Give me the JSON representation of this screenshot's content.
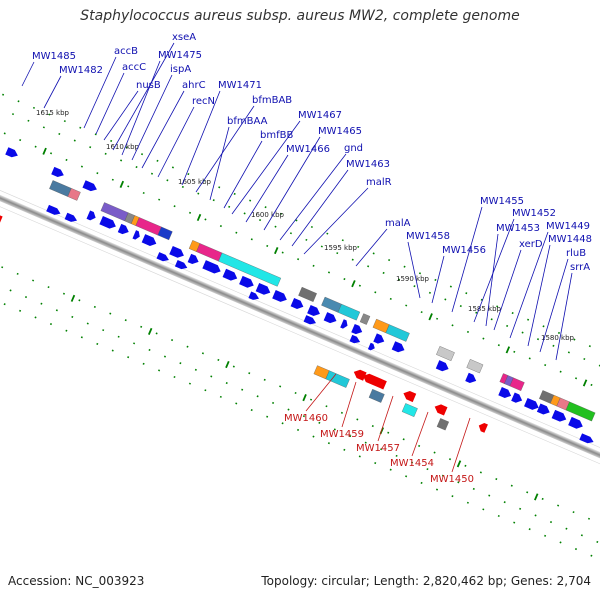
{
  "title": "Staphylococcus aureus subsp. aureus MW2, complete genome",
  "accession": "Accession: NC_003923",
  "summary": "Topology: circular; Length: 2,820,462 bp; Genes: 2,704",
  "colors": {
    "forward_label": "#1010b0",
    "reverse_label": "#c41616",
    "arrow_blue": "#0a0ae8",
    "arrow_red": "#ee0000",
    "tick_green": "#008000"
  },
  "kbp_markers": [
    "1615 kbp",
    "1610 kbp",
    "1605 kbp",
    "1600 kbp",
    "1595 kbp",
    "1590 kbp",
    "1585 kbp",
    "1580 kbp"
  ],
  "forward_labels": [
    "MW1485",
    "MW1482",
    "accB",
    "accC",
    "nusB",
    "xseA",
    "MW1475",
    "ispA",
    "ahrC",
    "recN",
    "MW1471",
    "bfmBAB",
    "bfmBAA",
    "bmfBB",
    "MW1467",
    "MW1466",
    "MW1465",
    "gnd",
    "MW1463",
    "malR",
    "malA",
    "MW1458",
    "MW1456",
    "MW1455",
    "MW1452",
    "MW1453",
    "xerD",
    "MW1449",
    "MW1448",
    "rluB",
    "srrA"
  ],
  "reverse_labels": [
    "MW1460",
    "MW1459",
    "MW1457",
    "MW1454",
    "MW1450"
  ]
}
